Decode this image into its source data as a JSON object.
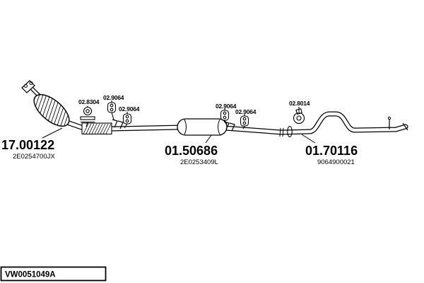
{
  "diagram": {
    "parts": {
      "catalytic_converter": {
        "number": "17.00122",
        "code": "2E0254700JX"
      },
      "middle_muffler": {
        "number": "01.50686",
        "code": "2E0253409L"
      },
      "rear_pipe": {
        "number": "01.70116",
        "code": "9064900021"
      }
    },
    "fittings": {
      "clamp_front": "02.8304",
      "hanger_1": "02.9064",
      "hanger_2": "02.9064",
      "hanger_3": "02.9064",
      "hanger_4": "02.9064",
      "clamp_rear": "02.8014"
    },
    "drawing_number": "VW0051049A",
    "colors": {
      "line": "#000000",
      "background": "#ffffff"
    }
  }
}
